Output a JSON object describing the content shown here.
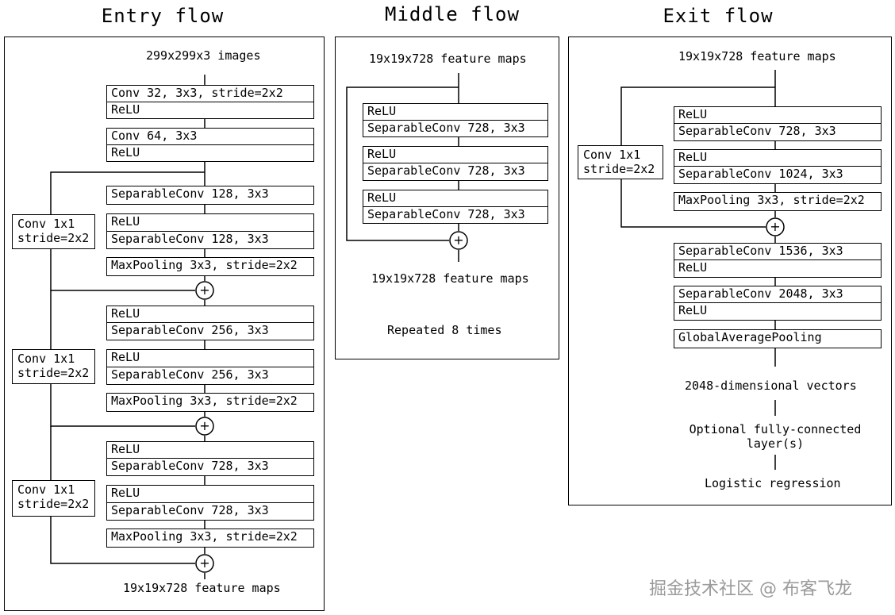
{
  "titles": {
    "entry": "Entry flow",
    "middle": "Middle flow",
    "exit": "Exit flow"
  },
  "entry": {
    "input": "299x299x3 images",
    "blocks": [
      {
        "top": "Conv 32, 3x3, stride=2x2",
        "bottom": "ReLU"
      },
      {
        "top": "Conv 64, 3x3",
        "bottom": "ReLU"
      },
      {
        "single": "SeparableConv 128, 3x3"
      },
      {
        "top": "ReLU",
        "bottom": "SeparableConv 128, 3x3"
      },
      {
        "single": "MaxPooling 3x3, stride=2x2"
      },
      {
        "top": "ReLU",
        "bottom": "SeparableConv 256, 3x3"
      },
      {
        "top": "ReLU",
        "bottom": "SeparableConv 256, 3x3"
      },
      {
        "single": "MaxPooling 3x3, stride=2x2"
      },
      {
        "top": "ReLU",
        "bottom": "SeparableConv 728, 3x3"
      },
      {
        "top": "ReLU",
        "bottom": "SeparableConv 728, 3x3"
      },
      {
        "single": "MaxPooling 3x3, stride=2x2"
      }
    ],
    "side": [
      {
        "line1": "Conv 1x1",
        "line2": "stride=2x2"
      },
      {
        "line1": "Conv 1x1",
        "line2": "stride=2x2"
      },
      {
        "line1": "Conv 1x1",
        "line2": "stride=2x2"
      }
    ],
    "output": "19x19x728 feature maps"
  },
  "middle": {
    "input": "19x19x728 feature maps",
    "blocks": [
      {
        "top": "ReLU",
        "bottom": "SeparableConv 728, 3x3"
      },
      {
        "top": "ReLU",
        "bottom": "SeparableConv 728, 3x3"
      },
      {
        "top": "ReLU",
        "bottom": "SeparableConv 728, 3x3"
      }
    ],
    "output": "19x19x728 feature maps",
    "repeat": "Repeated 8 times"
  },
  "exit": {
    "input": "19x19x728 feature maps",
    "blocks": [
      {
        "top": "ReLU",
        "bottom": "SeparableConv 728, 3x3"
      },
      {
        "top": "ReLU",
        "bottom": "SeparableConv 1024, 3x3"
      },
      {
        "single": "MaxPooling 3x3, stride=2x2"
      },
      {
        "top": "SeparableConv 1536, 3x3",
        "bottom": "ReLU"
      },
      {
        "top": "SeparableConv 2048, 3x3",
        "bottom": "ReLU"
      },
      {
        "single": "GlobalAveragePooling"
      }
    ],
    "side": {
      "line1": "Conv 1x1",
      "line2": "stride=2x2"
    },
    "vectors": "2048-dimensional vectors",
    "fc_line1": "Optional fully-connected",
    "fc_line2": "layer(s)",
    "logistic": "Logistic regression"
  },
  "add_symbol": "+",
  "watermark": "掘金技术社区 @ 布客飞龙"
}
